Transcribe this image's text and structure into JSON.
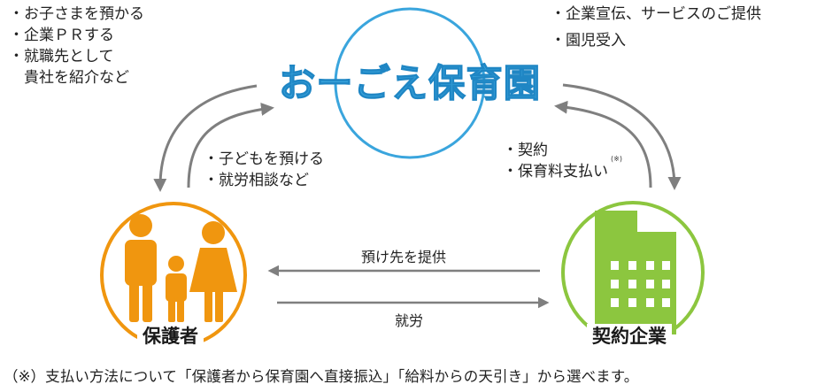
{
  "center": {
    "logo_text": "おーごえ保育園",
    "offers_left": [
      "・お子さまを預かる",
      "・企業ＰＲする",
      "・就職先として",
      "　貴社を紹介など"
    ],
    "offers_right": [
      "・企業宣伝、サービスのご提供",
      "・園児受入"
    ]
  },
  "nodes": {
    "guardian": {
      "label": "保護者",
      "color": "#f0960f"
    },
    "company": {
      "label": "契約企業",
      "color": "#8cc63f"
    },
    "nursery": {
      "color": "#3aa5dd"
    }
  },
  "flows": {
    "guardian_to_nursery": [
      "・子どもを預ける",
      "・就労相談など"
    ],
    "company_to_nursery": [
      "・契約",
      "・保育料支払い"
    ],
    "note_mark": "(※)",
    "company_to_guardian": "預け先を提供",
    "guardian_to_company": "就労"
  },
  "footnote": "（※）支払い方法について「保護者から保育園へ直接振込」「給料からの天引き」から選べます。"
}
